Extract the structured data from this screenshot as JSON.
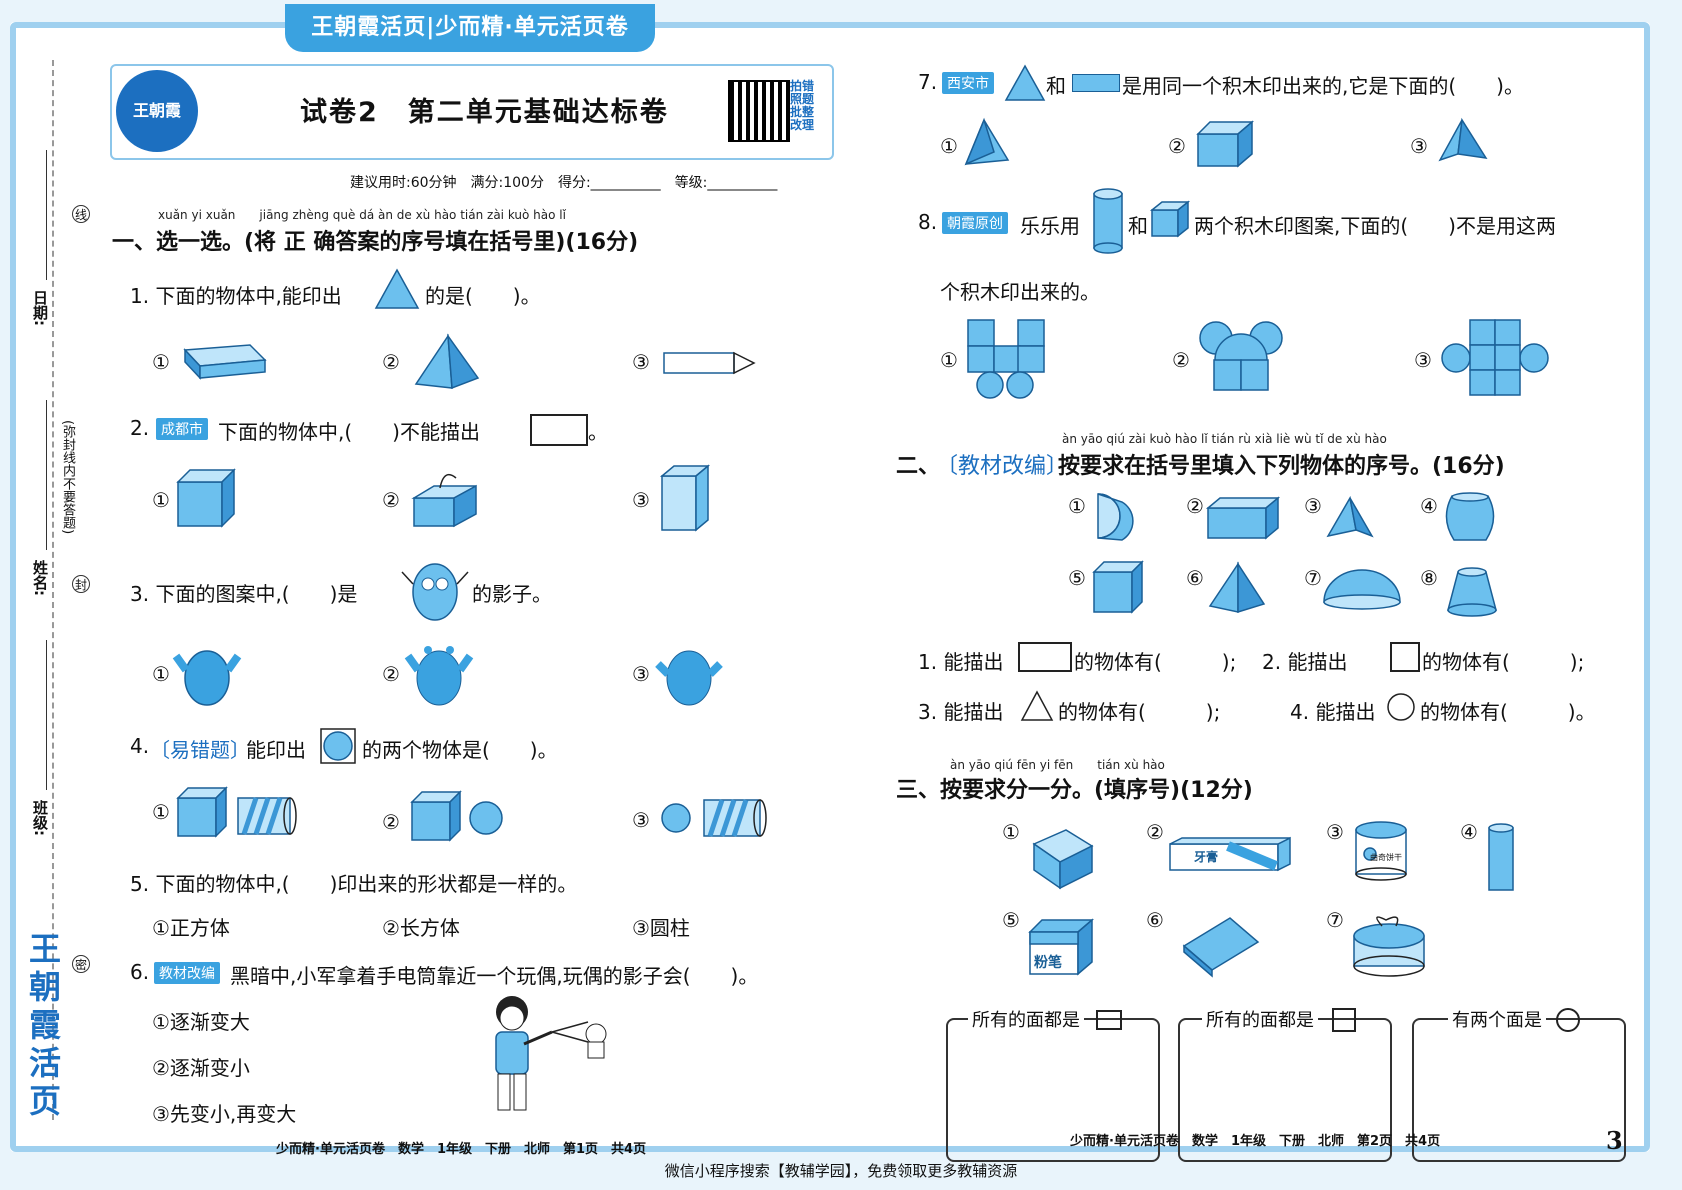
{
  "banner": "王朝霞活页|少而精·单元活页卷",
  "logo": "王朝霞",
  "qr_text": "拍错照题批整改理",
  "title": "试卷2　第二单元基础达标卷",
  "meta": "建议用时:60分钟　满分:100分　得分:__________　等级:__________",
  "side": {
    "date": "日期:",
    "name": "姓名:",
    "class": "班级:",
    "seal": "(弥封线内不要答题)",
    "brand": "王朝霞活页",
    "seal_chars": [
      "线",
      "封",
      "密"
    ]
  },
  "s1": {
    "pinyin": "xuǎn yi xuǎn　　jiāng zhèng què dá àn de xù hào tián zài kuò hào lǐ",
    "title": "一、选一选。(将 正 确答案的序号填在括号里)(16分)"
  },
  "q1": {
    "text": "1. 下面的物体中,能印出",
    "tail": "的是(　　)。",
    "o1": "①",
    "o2": "②",
    "o3": "③"
  },
  "q2": {
    "num": "2.",
    "tag": "成都市",
    "text": "下面的物体中,(　　)不能描出",
    "tail": "。",
    "o1": "①",
    "o2": "②",
    "o3": "③"
  },
  "q3": {
    "text": "3. 下面的图案中,(　　)是",
    "tail": "的影子。",
    "o1": "①",
    "o2": "②",
    "o3": "③"
  },
  "q4": {
    "num": "4.",
    "tag": "〔易错题〕",
    "text": "能印出",
    "tail": "的两个物体是(　　)。",
    "o1": "①",
    "o2": "②",
    "o3": "③"
  },
  "q5": {
    "text": "5. 下面的物体中,(　　)印出来的形状都是一样的。",
    "o1": "①正方体",
    "o2": "②长方体",
    "o3": "③圆柱"
  },
  "q6": {
    "num": "6.",
    "tag": "教材改编",
    "text": "黑暗中,小军拿着手电筒靠近一个玩偶,玩偶的影子会(　　)。",
    "o1": "①逐渐变大",
    "o2": "②逐渐变小",
    "o3": "③先变小,再变大"
  },
  "q7": {
    "num": "7.",
    "tag": "西安市",
    "and": "和",
    "text": "是用同一个积木印出来的,它是下面的(　　)。",
    "o1": "①",
    "o2": "②",
    "o3": "③"
  },
  "q8": {
    "num": "8.",
    "tag": "朝霞原创",
    "text1": "乐乐用",
    "and": "和",
    "text2": "两个积木印图案,下面的(　　)不是用这两",
    "text3": "个积木印出来的。",
    "o1": "①",
    "o2": "②",
    "o3": "③"
  },
  "s2": {
    "pinyin": "àn yāo qiú zài kuò hào lǐ tián rù xià liè wù tǐ de xù hào",
    "title_a": "二、",
    "tag": "〔教材改编〕",
    "title_b": "按要求在括号里填入下列物体的序号。(16分)",
    "n": [
      "①",
      "②",
      "③",
      "④",
      "⑤",
      "⑥",
      "⑦",
      "⑧"
    ],
    "l1a": "1. 能描出",
    "l1b": "的物体有(　　　);",
    "l2a": "2. 能描出",
    "l2b": "的物体有(　　　);",
    "l3a": "3. 能描出",
    "l3b": "的物体有(　　　);",
    "l4a": "4. 能描出",
    "l4b": "的物体有(　　　)。"
  },
  "s3": {
    "pinyin": "àn yāo qiú fēn yi fēn　　tián xù hào",
    "title": "三、按要求分一分。(填序号)(12分)",
    "n": [
      "①",
      "②",
      "③",
      "④",
      "⑤",
      "⑥",
      "⑦"
    ],
    "toothpaste": "牙膏",
    "cookie": "曲奇饼干",
    "chalk": "粉笔",
    "b1": "所有的面都是",
    "b2": "所有的面都是",
    "b3": "有两个面是"
  },
  "footer_left": "少而精·单元活页卷　数学　1年级　下册　北师　第1页　共4页",
  "footer_right": "少而精·单元活页卷　数学　1年级　下册　北师　第2页　共4页",
  "page_number": "3",
  "watermark": "微信小程序搜索【教辅学园】，免费领取更多教辅资源"
}
